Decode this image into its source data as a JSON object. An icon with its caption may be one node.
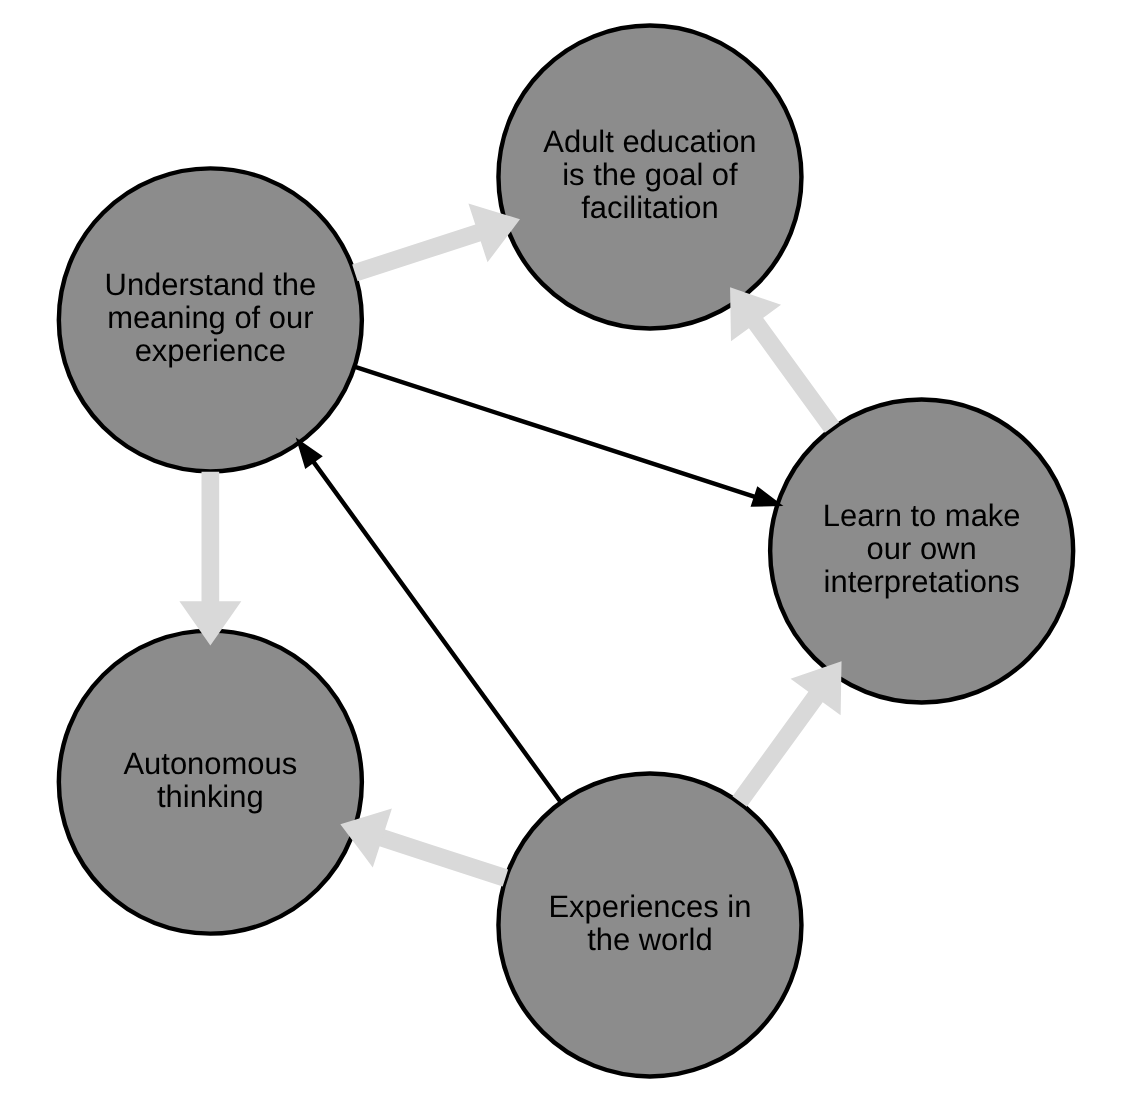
{
  "diagram": {
    "nodes": [
      {
        "text": [
          "Experiences in the world"
        ]
      },
      {
        "text": [
          "Learn to make our own interpretations"
        ]
      },
      {
        "text": [
          "Autonomous thinking"
        ]
      },
      {
        "text": [
          "Adult education is the goal of facilitation"
        ]
      },
      {
        "text": [
          "Understand the meaning of our experience"
        ]
      }
    ],
    "edges": [
      {
        "from": 0,
        "to": 2,
        "arrow": "to"
      },
      {
        "from": 4,
        "to": 2,
        "arrow": "to"
      },
      {
        "from": 4,
        "to": 3,
        "arrow": "to"
      },
      {
        "from": 1,
        "to": 3,
        "arrow": "to"
      },
      {
        "from": 0,
        "to": 1,
        "arrow": "to"
      },
      {
        "from": 0,
        "to": 4,
        "arrow": "to",
        "color": "#000000"
      },
      {
        "from": 4,
        "to": 1,
        "arrow": "to",
        "color": "#000000"
      }
    ]
  }
}
